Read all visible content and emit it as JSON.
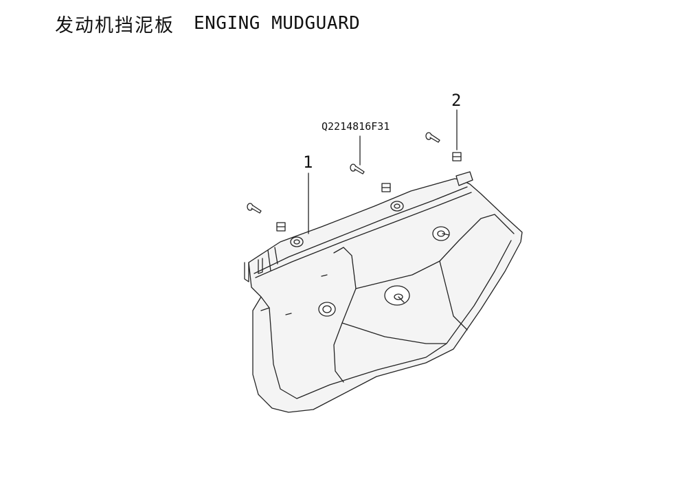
{
  "title": {
    "chinese": "发动机挡泥板",
    "english": "ENGING MUDGUARD"
  },
  "callouts": {
    "item_1": "1",
    "item_2": "2",
    "screw_part_number": "Q2214816F31"
  }
}
